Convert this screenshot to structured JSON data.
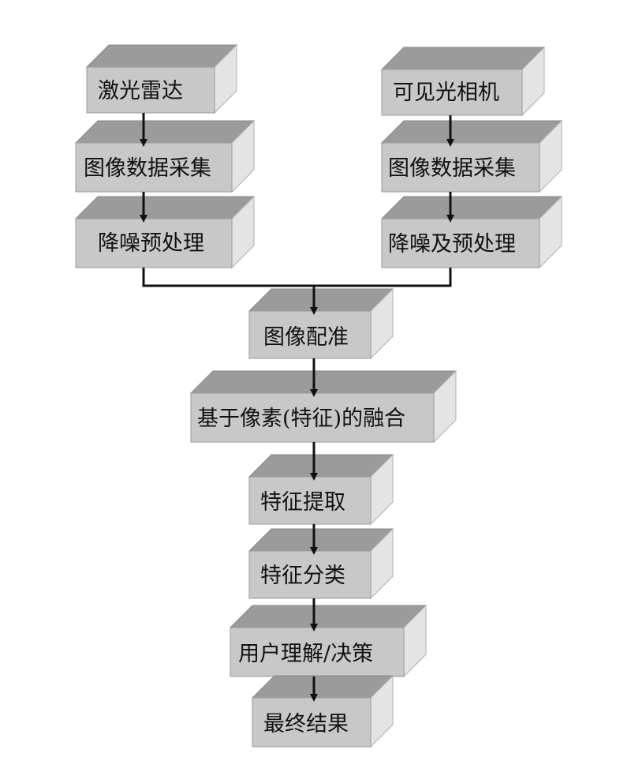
{
  "diagram": {
    "boxes": {
      "lidar": "激光雷达",
      "lidar_capture": "图像数据采集",
      "lidar_denoise": "降噪预处理",
      "camera": "可见光相机",
      "camera_capture": "图像数据采集",
      "camera_denoise": "降噪及预处理",
      "registration": "图像配准",
      "fusion": "基于像素(特征)的融合",
      "feature_extraction": "特征提取",
      "feature_classification": "特征分类",
      "user_decision": "用户理解/决策",
      "final_result": "最终结果"
    }
  }
}
